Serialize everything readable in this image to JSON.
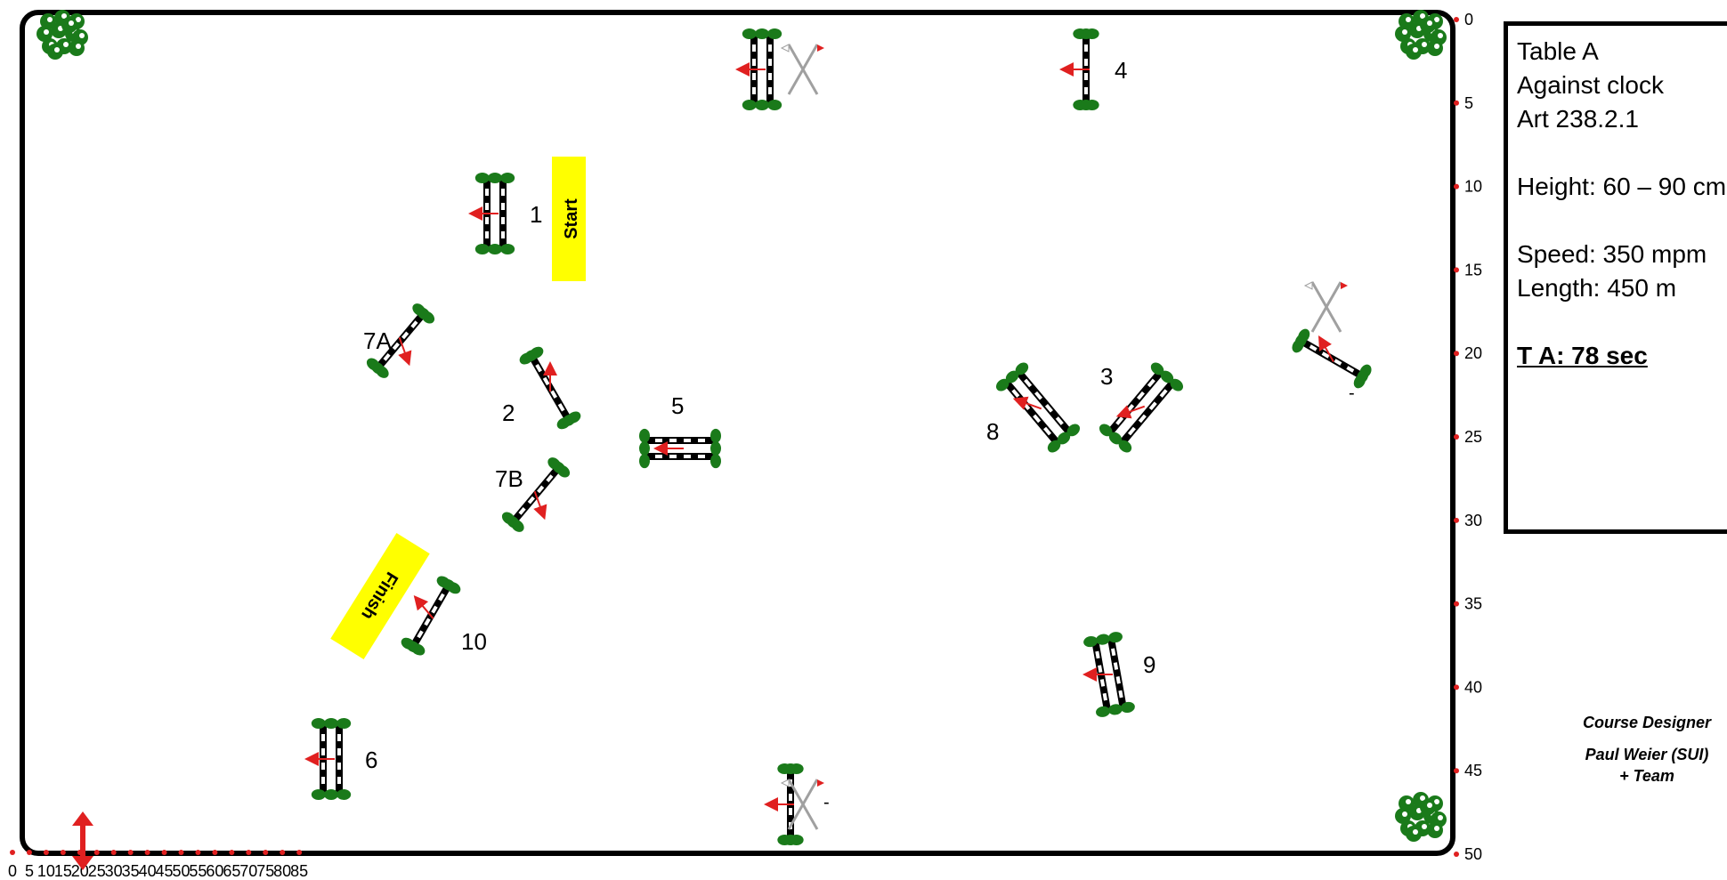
{
  "info": {
    "table": "Table  A",
    "clock": "Against clock",
    "article": "Art 238.2.1",
    "height": "Height: 60 – 90 cm",
    "speed": "Speed:  350 mpm",
    "length": "Length: 450 m",
    "ta": "T A:   78    sec"
  },
  "designer": {
    "title": "Course Designer",
    "name": "Paul Weier (SUI)",
    "team": "+ Team"
  },
  "arena": {
    "start_label": "Start",
    "finish_label": "Finish",
    "x_ticks": [
      "0",
      "5",
      "10",
      "15",
      "20",
      "25",
      "30",
      "35",
      "40",
      "45",
      "50",
      "55",
      "60",
      "65",
      "70",
      "75",
      "80",
      "85"
    ],
    "y_ticks": [
      "0",
      "5",
      "10",
      "15",
      "20",
      "25",
      "30",
      "35",
      "40",
      "45",
      "50"
    ],
    "fence_labels": [
      "1",
      "2",
      "3",
      "4",
      "5",
      "6",
      "7A",
      "7B",
      "8",
      "9",
      "10"
    ],
    "dash_marks": [
      "-",
      "-"
    ],
    "colors": {
      "border": "#000000",
      "bush": "#1a7a1a",
      "arrow": "#e02020",
      "start_banner": "#ffff00",
      "tick": "#e02020"
    }
  }
}
